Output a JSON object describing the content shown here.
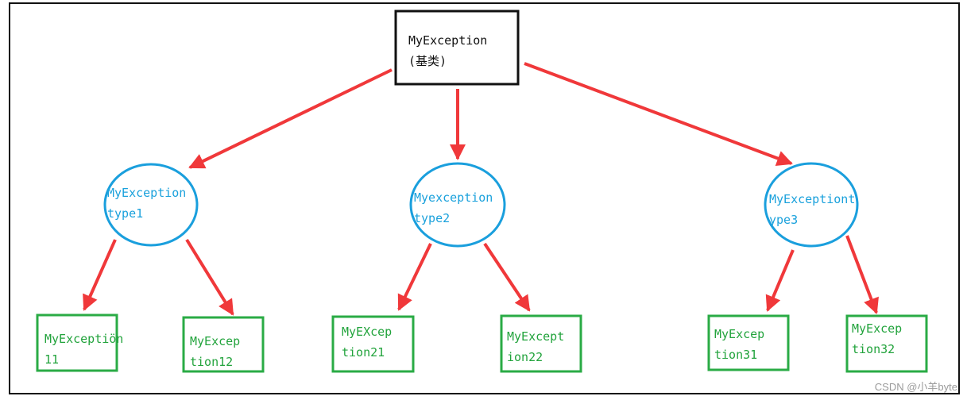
{
  "root": {
    "line1": "MyException",
    "line2": "(基类)"
  },
  "types": [
    {
      "line1": "MyException",
      "line2": "type1"
    },
    {
      "line1": "Myexception",
      "line2": "type2"
    },
    {
      "line1": "MyExceptiont",
      "line2": "ype3"
    }
  ],
  "leaves": [
    {
      "line1": "MyExceptiön",
      "line2": "11"
    },
    {
      "line1": "MyExcep",
      "line2": "tion12"
    },
    {
      "line1": "MyEXcep",
      "line2": "tion21"
    },
    {
      "line1": "MyExcept",
      "line2": "ion22"
    },
    {
      "line1": "MyExcep",
      "line2": "tion31"
    },
    {
      "line1": "MyExcep",
      "line2": "tion32"
    }
  ],
  "watermark": "CSDN @小羊byte",
  "colors": {
    "arrow": "#f0383a",
    "ellipse": "#1a9fdd",
    "leaf_box": "#2aab45",
    "root_box": "#111111",
    "frame": "#111111"
  }
}
